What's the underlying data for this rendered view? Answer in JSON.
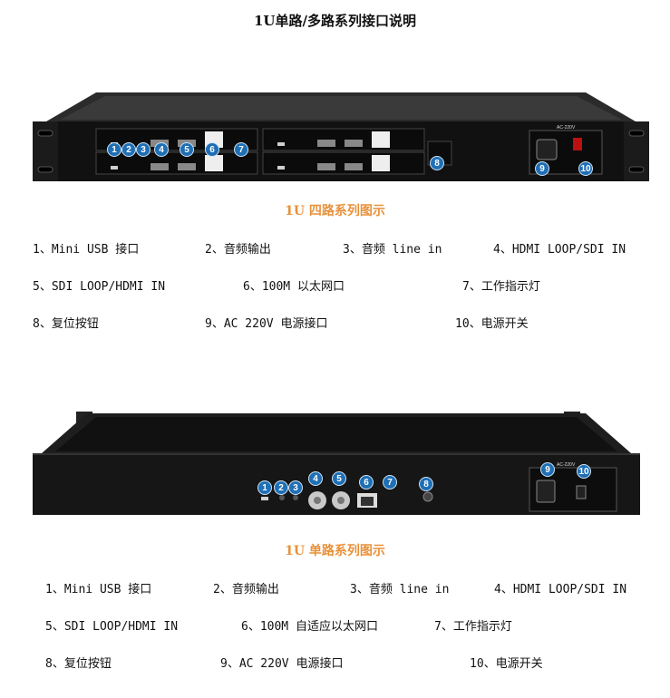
{
  "page_title": "1U单路/多路系列接口说明",
  "four_channel": {
    "caption": "1U 四路系列图示",
    "panel_labels": [
      "AC-220V"
    ],
    "legend": [
      "1、Mini USB 接口",
      "2、音频输出",
      "3、音频 line in",
      "4、HDMI  LOOP/SDI  IN",
      "5、SDI  LOOP/HDMI  IN",
      "6、100M 以太网口",
      "7、工作指示灯",
      "8、复位按钮",
      "9、AC 220V 电源接口",
      "10、电源开关"
    ]
  },
  "single_channel": {
    "caption": "1U 单路系列图示",
    "panel_labels": [
      "AC-220V"
    ],
    "legend": [
      "1、Mini USB 接口",
      "2、音频输出",
      "3、音频 line in",
      "4、HDMI  LOOP/SDI  IN",
      "5、SDI  LOOP/HDMI  IN",
      "6、100M 自适应以太网口",
      "7、工作指示灯",
      "8、复位按钮",
      "9、AC 220V 电源接口",
      "10、电源开关"
    ]
  },
  "badges": [
    "1",
    "2",
    "3",
    "4",
    "5",
    "6",
    "7",
    "8",
    "9",
    "10"
  ],
  "colors": {
    "accent": "#e8913a",
    "badge": "#1f6fb5",
    "chassis": "#1a1a1a"
  }
}
